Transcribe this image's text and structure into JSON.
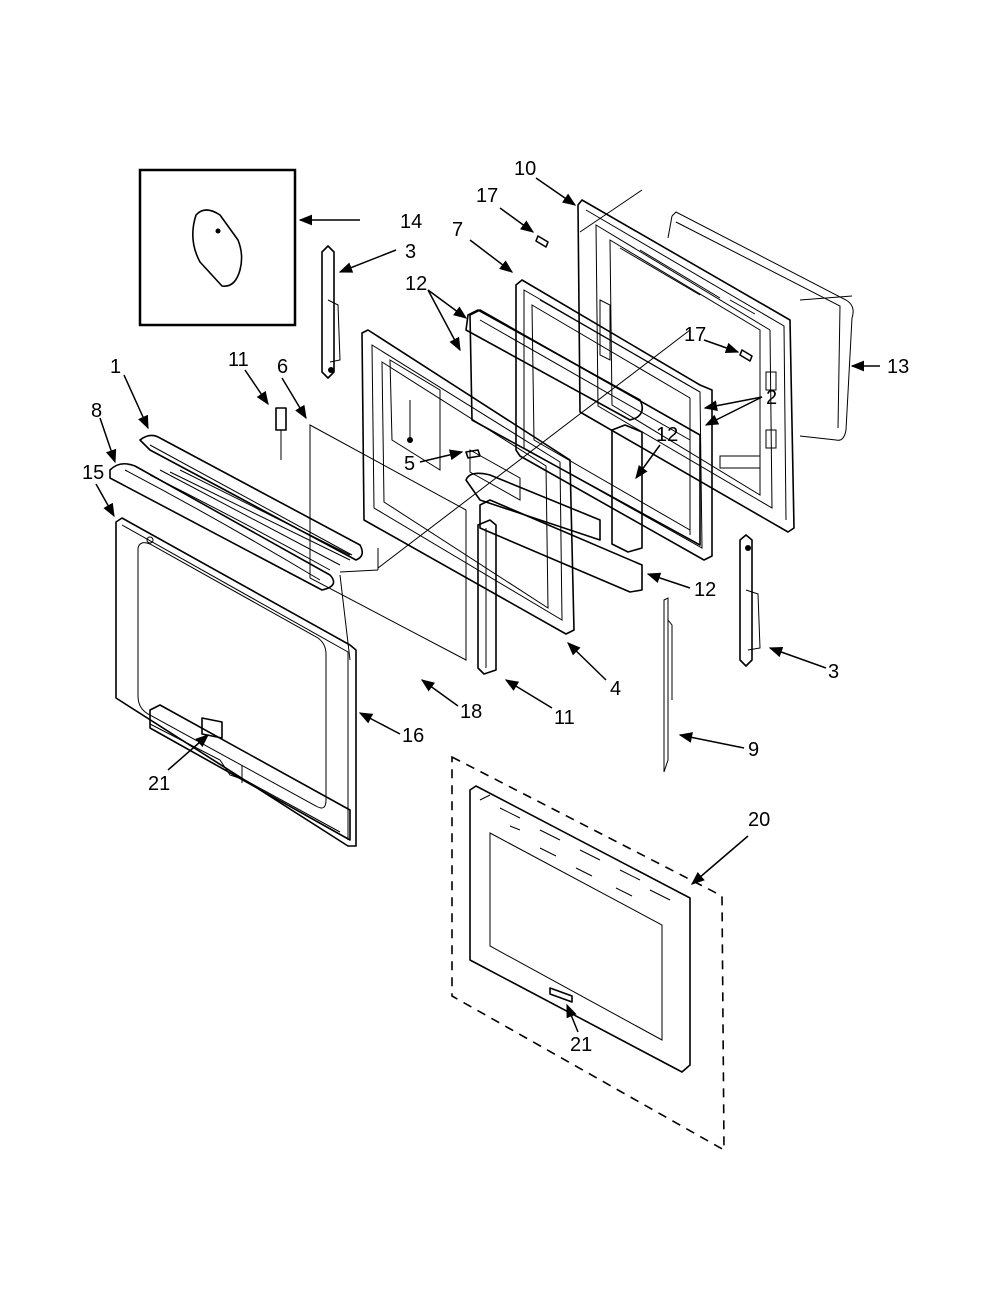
{
  "callouts": [
    {
      "id": "c10",
      "text": "10"
    },
    {
      "id": "c17a",
      "text": "17"
    },
    {
      "id": "c7",
      "text": "7"
    },
    {
      "id": "c14",
      "text": "14"
    },
    {
      "id": "c3a",
      "text": "3"
    },
    {
      "id": "c12a",
      "text": "12"
    },
    {
      "id": "c17b",
      "text": "17"
    },
    {
      "id": "c13",
      "text": "13"
    },
    {
      "id": "c2",
      "text": "2"
    },
    {
      "id": "c1",
      "text": "1"
    },
    {
      "id": "c11a",
      "text": "11"
    },
    {
      "id": "c6",
      "text": "6"
    },
    {
      "id": "c8",
      "text": "8"
    },
    {
      "id": "c12b",
      "text": "12"
    },
    {
      "id": "c5",
      "text": "5"
    },
    {
      "id": "c15",
      "text": "15"
    },
    {
      "id": "c12c",
      "text": "12"
    },
    {
      "id": "c4",
      "text": "4"
    },
    {
      "id": "c3b",
      "text": "3"
    },
    {
      "id": "c18",
      "text": "18"
    },
    {
      "id": "c11b",
      "text": "11"
    },
    {
      "id": "c16",
      "text": "16"
    },
    {
      "id": "c9",
      "text": "9"
    },
    {
      "id": "c21a",
      "text": "21"
    },
    {
      "id": "c20",
      "text": "20"
    },
    {
      "id": "c21b",
      "text": "21"
    }
  ]
}
